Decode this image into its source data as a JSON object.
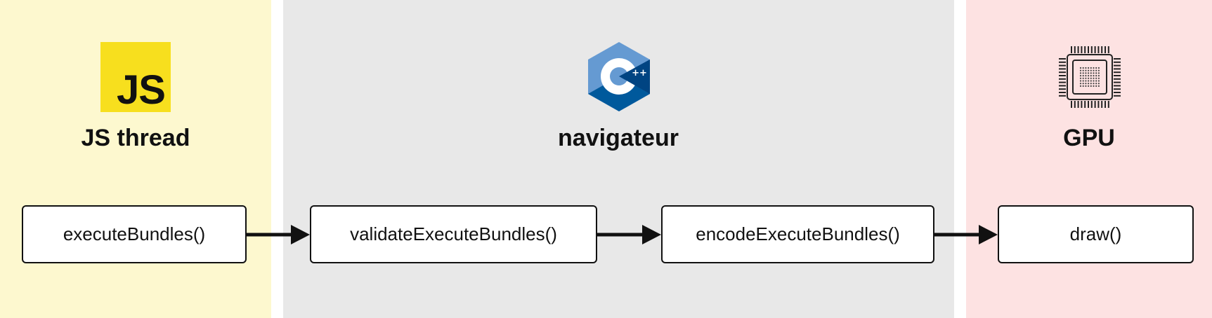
{
  "lanes": [
    {
      "title": "JS thread",
      "color": "#fdf8cf",
      "icon": "javascript-logo-icon",
      "icon_text": "JS",
      "icon_bg": "#f7df1e"
    },
    {
      "title": "navigateur",
      "color": "#e8e8e8",
      "icon": "cpp-logo-icon",
      "icon_text": "C++"
    },
    {
      "title": "GPU",
      "color": "#fde2e2",
      "icon": "gpu-chip-icon"
    }
  ],
  "nodes": [
    {
      "label": "executeBundles()"
    },
    {
      "label": "validateExecuteBundles()"
    },
    {
      "label": "encodeExecuteBundles()"
    },
    {
      "label": "draw()"
    }
  ]
}
